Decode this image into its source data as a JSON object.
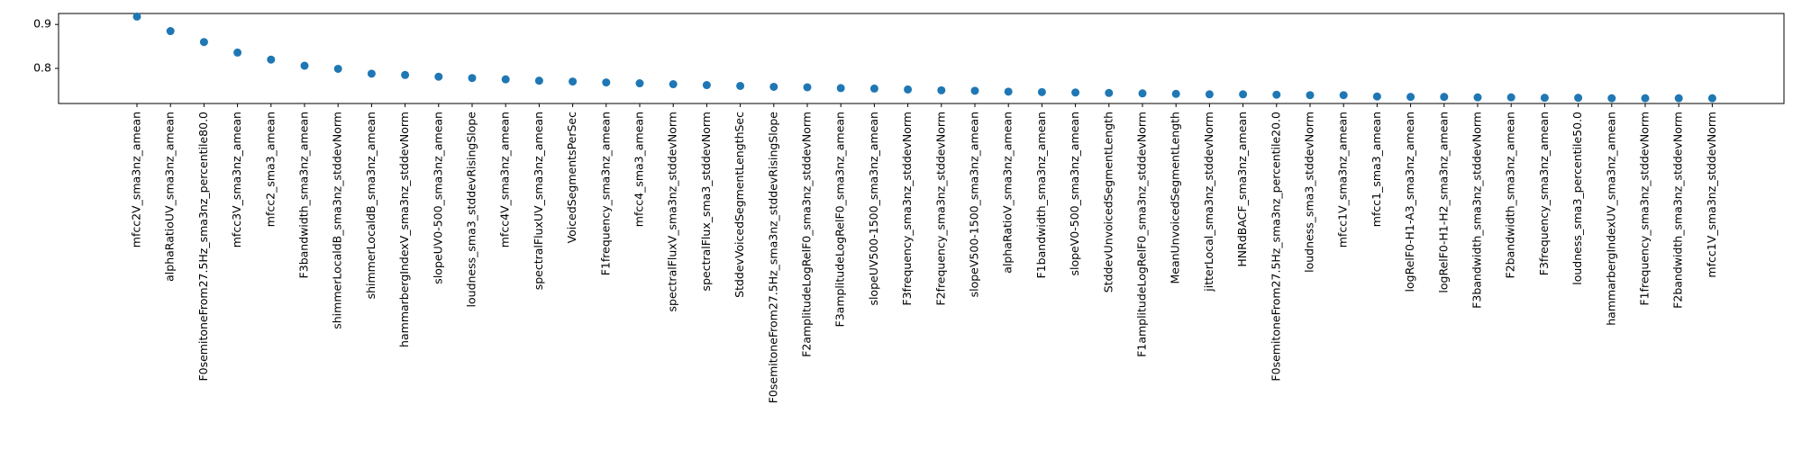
{
  "chart_data": {
    "type": "scatter",
    "title": "",
    "xlabel": "",
    "ylabel": "",
    "ylim": [
      0.72,
      0.925
    ],
    "yticks": [
      0.8,
      0.9
    ],
    "ytick_labels": [
      "0.8",
      "0.9"
    ],
    "marker_color": "#1f77b4",
    "grid": false,
    "categories": [
      "mfcc2V_sma3nz_amean",
      "alphaRatioUV_sma3nz_amean",
      "F0semitoneFrom27.5Hz_sma3nz_percentile80.0",
      "mfcc3V_sma3nz_amean",
      "mfcc2_sma3_amean",
      "F3bandwidth_sma3nz_amean",
      "shimmerLocaldB_sma3nz_stddevNorm",
      "shimmerLocaldB_sma3nz_amean",
      "hammarbergIndexV_sma3nz_stddevNorm",
      "slopeUV0-500_sma3nz_amean",
      "loudness_sma3_stddevRisingSlope",
      "mfcc4V_sma3nz_amean",
      "spectralFluxUV_sma3nz_amean",
      "VoicedSegmentsPerSec",
      "F1frequency_sma3nz_amean",
      "mfcc4_sma3_amean",
      "spectralFluxV_sma3nz_stddevNorm",
      "spectralFlux_sma3_stddevNorm",
      "StddevVoicedSegmentLengthSec",
      "F0semitoneFrom27.5Hz_sma3nz_stddevRisingSlope",
      "F2amplitudeLogRelF0_sma3nz_stddevNorm",
      "F3amplitudeLogRelF0_sma3nz_amean",
      "slopeUV500-1500_sma3nz_amean",
      "F3frequency_sma3nz_stddevNorm",
      "F2frequency_sma3nz_stddevNorm",
      "slopeV500-1500_sma3nz_amean",
      "alphaRatioV_sma3nz_amean",
      "F1bandwidth_sma3nz_amean",
      "slopeV0-500_sma3nz_amean",
      "StddevUnvoicedSegmentLength",
      "F1amplitudeLogRelF0_sma3nz_stddevNorm",
      "MeanUnvoicedSegmentLength",
      "jitterLocal_sma3nz_stddevNorm",
      "HNRdBACF_sma3nz_amean",
      "F0semitoneFrom27.5Hz_sma3nz_percentile20.0",
      "loudness_sma3_stddevNorm",
      "mfcc1V_sma3nz_amean",
      "mfcc1_sma3_amean",
      "logRelF0-H1-A3_sma3nz_amean",
      "logRelF0-H1-H2_sma3nz_amean",
      "F3bandwidth_sma3nz_stddevNorm",
      "F2bandwidth_sma3nz_amean",
      "F3frequency_sma3nz_amean",
      "loudness_sma3_percentile50.0",
      "hammarbergIndexUV_sma3nz_amean",
      "F1frequency_sma3nz_stddevNorm",
      "F2bandwidth_sma3nz_stddevNorm",
      "mfcc1V_sma3nz_stddevNorm"
    ],
    "values": [
      0.918,
      0.885,
      0.86,
      0.836,
      0.82,
      0.806,
      0.799,
      0.788,
      0.785,
      0.781,
      0.778,
      0.775,
      0.772,
      0.77,
      0.768,
      0.766,
      0.764,
      0.762,
      0.76,
      0.758,
      0.757,
      0.755,
      0.754,
      0.752,
      0.75,
      0.749,
      0.747,
      0.746,
      0.745,
      0.744,
      0.743,
      0.742,
      0.741,
      0.741,
      0.74,
      0.739,
      0.739,
      0.736,
      0.735,
      0.735,
      0.734,
      0.734,
      0.733,
      0.733,
      0.732,
      0.732,
      0.732,
      0.732
    ]
  }
}
